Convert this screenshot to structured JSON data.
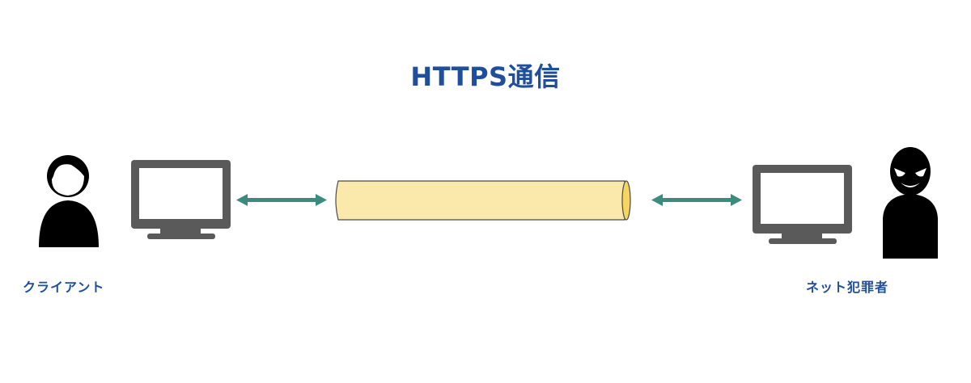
{
  "title": "HTTPS通信",
  "nodes": {
    "client": {
      "label": "クライアント",
      "icon": "person-icon"
    },
    "client_monitor": {
      "icon": "monitor-icon"
    },
    "tunnel": {
      "icon": "encrypted-tunnel-icon"
    },
    "attacker_monitor": {
      "icon": "monitor-icon"
    },
    "attacker": {
      "label": "ネット犯罪者",
      "icon": "hacker-icon"
    }
  },
  "colors": {
    "title": "#1f4e9c",
    "arrow": "#3c8c7e",
    "monitor": "#5a5a5a",
    "tunnel_fill": "#fae9aa",
    "tunnel_end": "#f5d461",
    "tunnel_stroke": "#4a4a4a"
  }
}
